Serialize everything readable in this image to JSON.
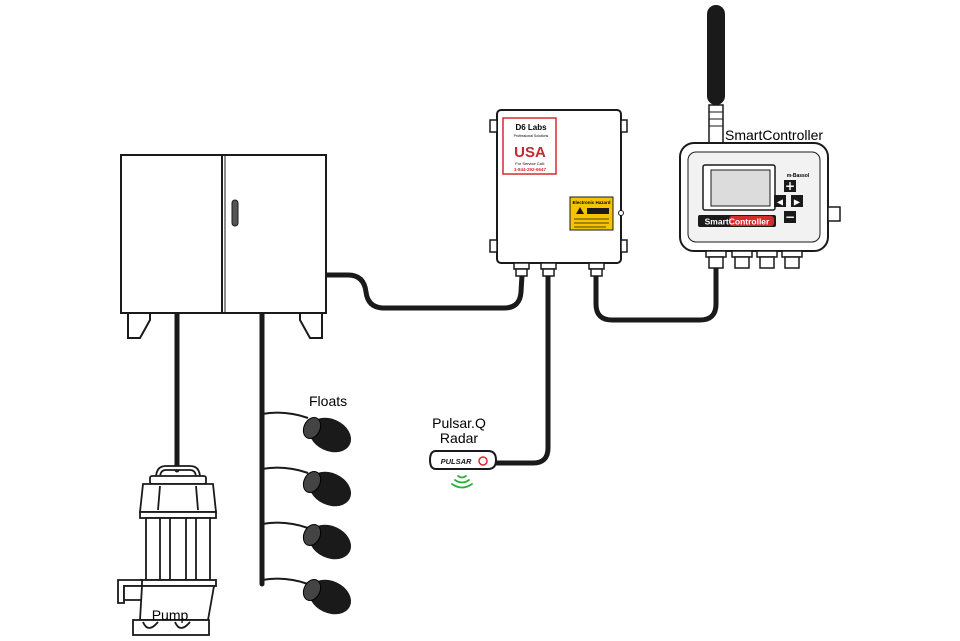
{
  "labels": {
    "smartcontroller": "SmartController",
    "floats": "Floats",
    "pulsar_line1": "Pulsar.Q",
    "pulsar_line2": "Radar",
    "pump": "Pump"
  },
  "junction_box": {
    "brand": "D6 Labs",
    "brand_sub": "Professional Solutions",
    "made_in": "USA",
    "service": "For Service Call:",
    "phone": "1-844-292-6647",
    "warning_title": "Electronic Hazard"
  },
  "controller": {
    "brand": "SmartController",
    "logo": "m-Bassol",
    "plus": "+",
    "minus": "−",
    "left": "◀",
    "right": "▶"
  },
  "radar": {
    "brand": "PULSAR"
  },
  "colors": {
    "stroke": "#1a1a1a",
    "accent": "#d8292f",
    "signal": "#2dae3a",
    "warning": "#f5c400"
  }
}
